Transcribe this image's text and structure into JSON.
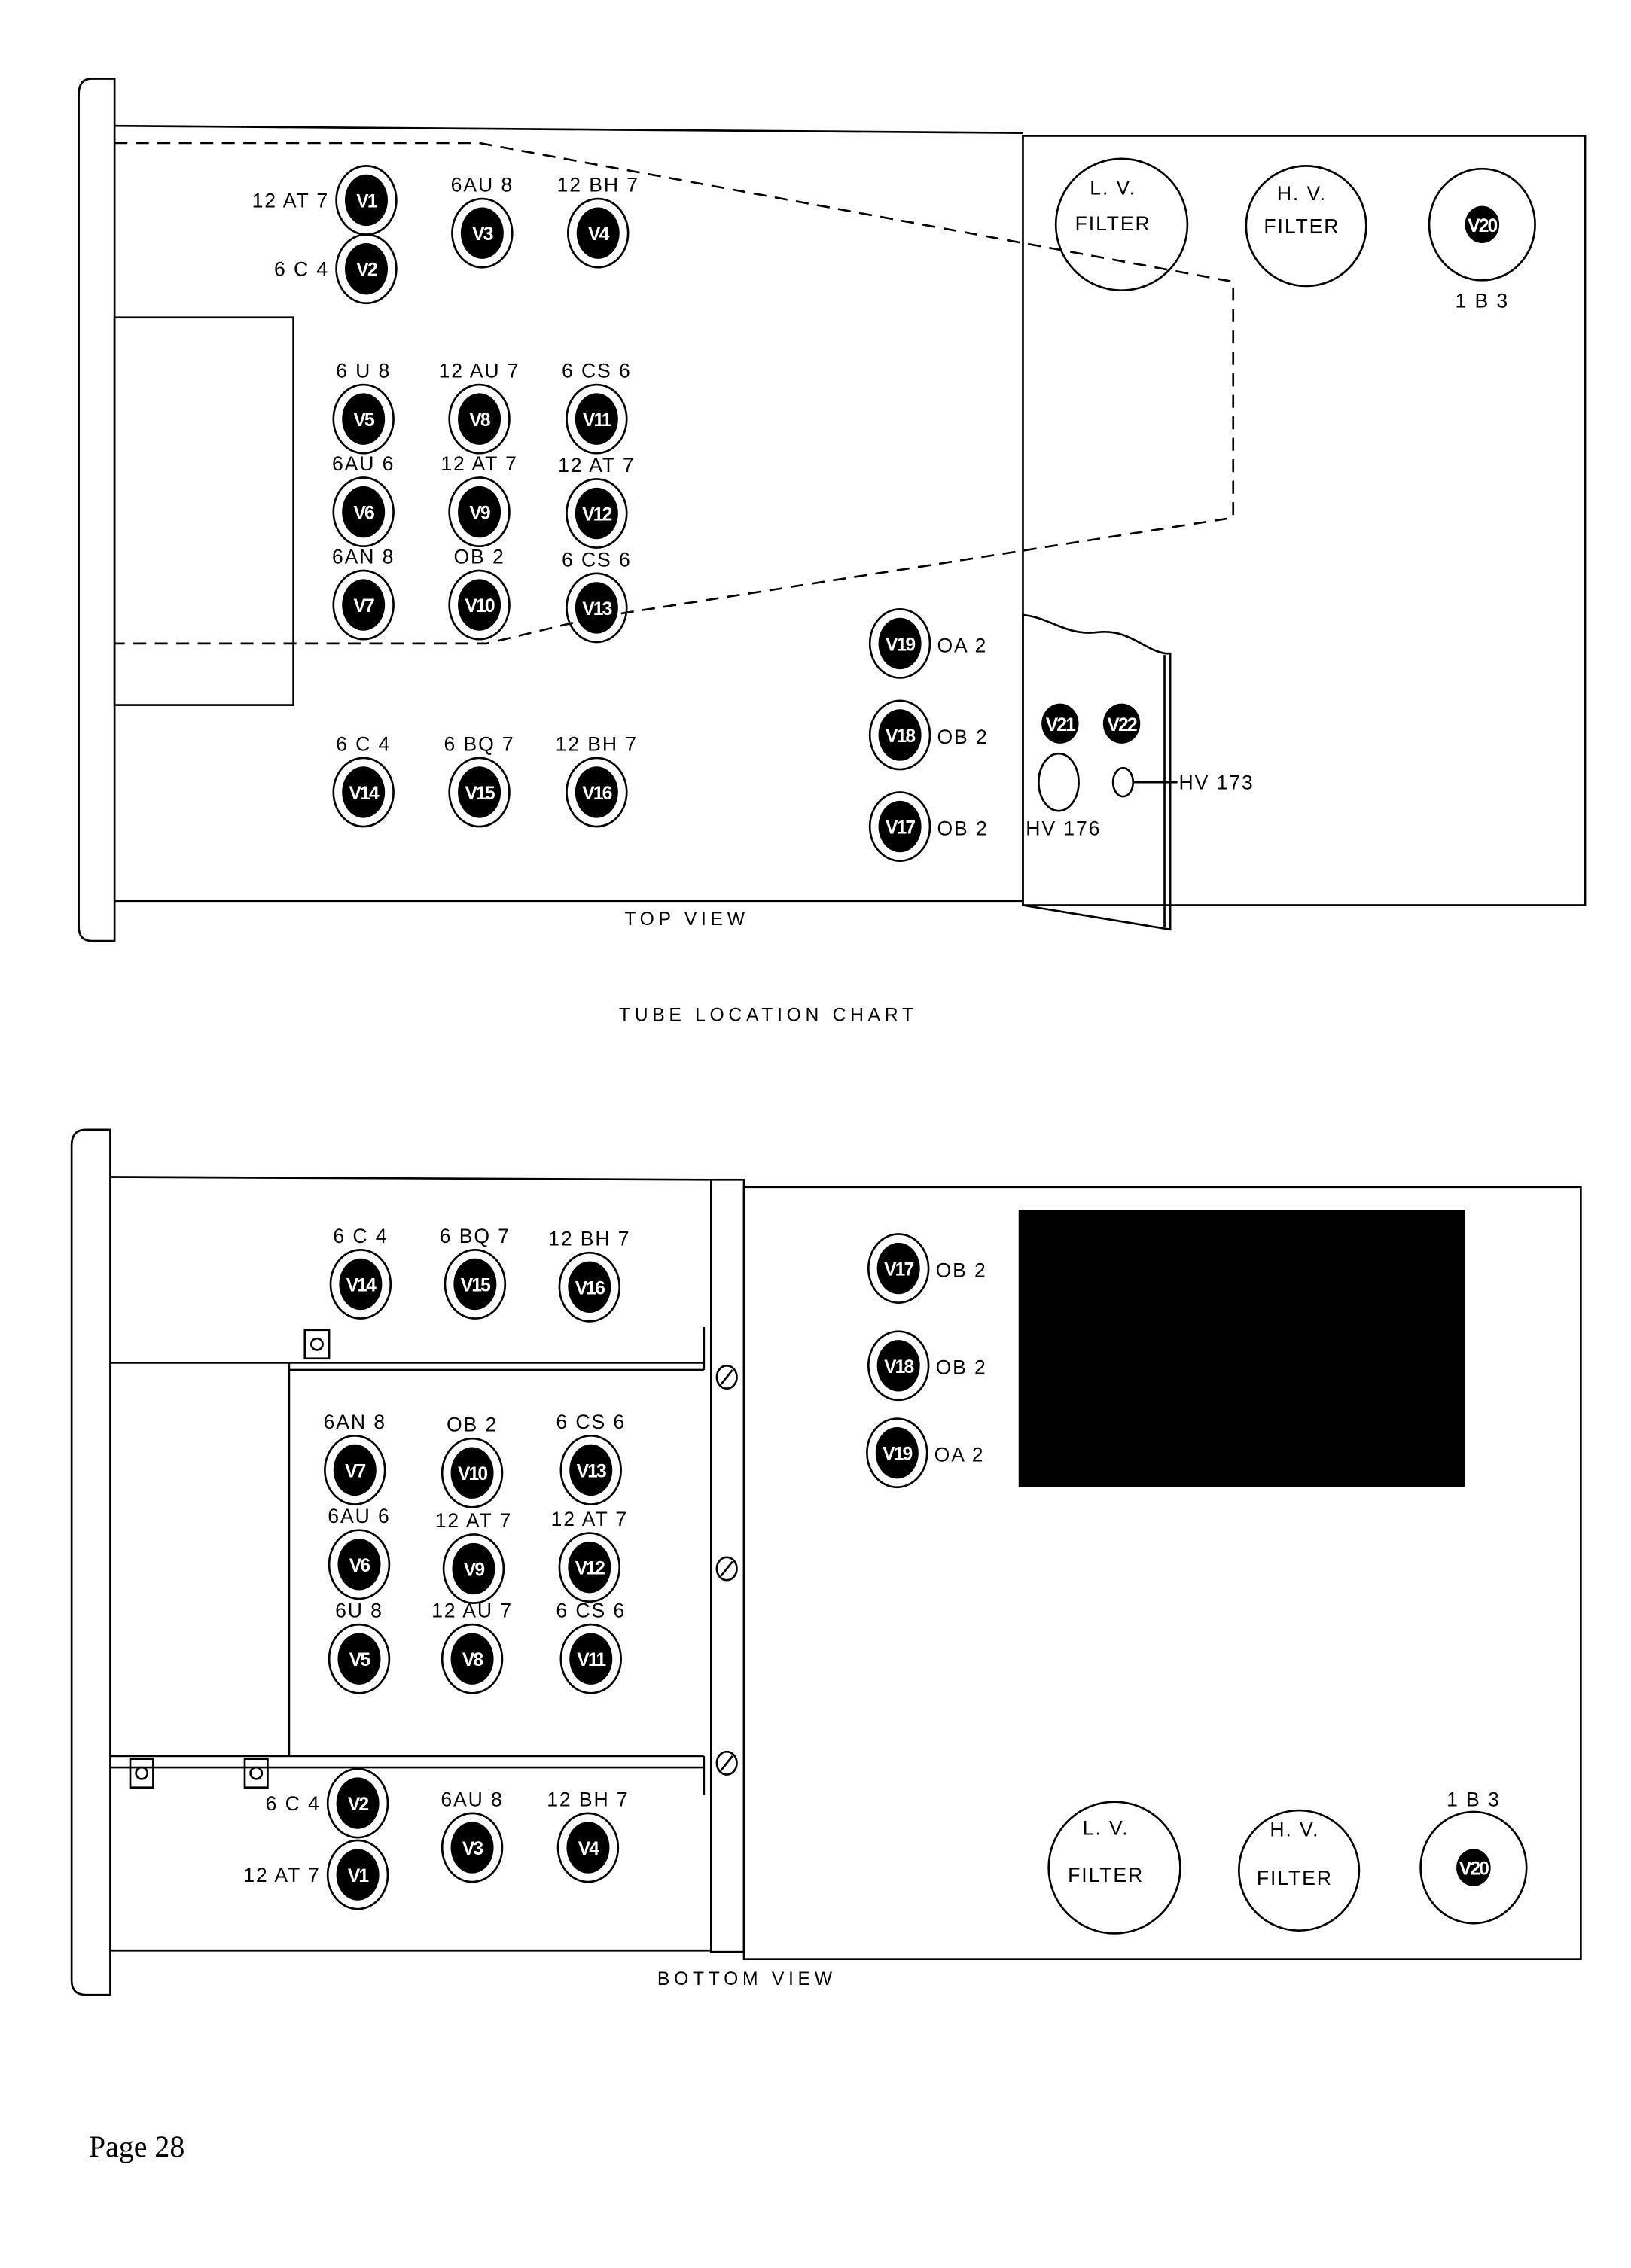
{
  "title": "TUBE  LOCATION  CHART",
  "page_label": "Page 28",
  "top_view": {
    "caption": "TOP  VIEW",
    "lv_filter": [
      "L. V.",
      "FILTER"
    ],
    "hv_filter": [
      "H. V.",
      "FILTER"
    ],
    "tubes": [
      {
        "id": "V1",
        "type": "12 AT 7"
      },
      {
        "id": "V2",
        "type": "6 C 4"
      },
      {
        "id": "V3",
        "type": "6AU 8"
      },
      {
        "id": "V4",
        "type": "12 BH 7"
      },
      {
        "id": "V5",
        "type": "6 U 8"
      },
      {
        "id": "V8",
        "type": "12 AU 7"
      },
      {
        "id": "V11",
        "type": "6 CS 6"
      },
      {
        "id": "V6",
        "type": "6AU 6"
      },
      {
        "id": "V9",
        "type": "12 AT 7"
      },
      {
        "id": "V12",
        "type": "12 AT 7"
      },
      {
        "id": "V7",
        "type": "6AN 8"
      },
      {
        "id": "V10",
        "type": "OB 2"
      },
      {
        "id": "V13",
        "type": "6 CS 6"
      },
      {
        "id": "V14",
        "type": "6 C 4"
      },
      {
        "id": "V15",
        "type": "6 BQ 7"
      },
      {
        "id": "V16",
        "type": "12 BH 7"
      },
      {
        "id": "V19",
        "type": "OA 2"
      },
      {
        "id": "V18",
        "type": "OB 2"
      },
      {
        "id": "V17",
        "type": "OB 2"
      },
      {
        "id": "V20",
        "type": "1 B 3"
      }
    ],
    "panel_tubes": [
      {
        "id": "V21"
      },
      {
        "id": "V22"
      }
    ],
    "hv176": "HV 176",
    "hv173": "HV 173"
  },
  "bottom_view": {
    "caption": "BOTTOM  VIEW",
    "lv_filter": [
      "L. V.",
      "FILTER"
    ],
    "hv_filter": [
      "H. V.",
      "FILTER"
    ],
    "tubes": [
      {
        "id": "V14",
        "type": "6 C 4"
      },
      {
        "id": "V15",
        "type": "6 BQ 7"
      },
      {
        "id": "V16",
        "type": "12 BH 7"
      },
      {
        "id": "V7",
        "type": "6AN 8"
      },
      {
        "id": "V10",
        "type": "OB 2"
      },
      {
        "id": "V13",
        "type": "6 CS 6"
      },
      {
        "id": "V6",
        "type": "6AU 6"
      },
      {
        "id": "V9",
        "type": "12 AT 7"
      },
      {
        "id": "V12",
        "type": "12 AT 7"
      },
      {
        "id": "V5",
        "type": "6U 8"
      },
      {
        "id": "V8",
        "type": "12 AU 7"
      },
      {
        "id": "V11",
        "type": "6 CS 6"
      },
      {
        "id": "V2",
        "type": "6 C 4"
      },
      {
        "id": "V1",
        "type": "12 AT 7"
      },
      {
        "id": "V3",
        "type": "6AU 8"
      },
      {
        "id": "V4",
        "type": "12 BH 7"
      },
      {
        "id": "V17",
        "type": "OB 2"
      },
      {
        "id": "V18",
        "type": "OB 2"
      },
      {
        "id": "V19",
        "type": "OA 2"
      },
      {
        "id": "V20",
        "type": "1 B 3"
      }
    ]
  }
}
